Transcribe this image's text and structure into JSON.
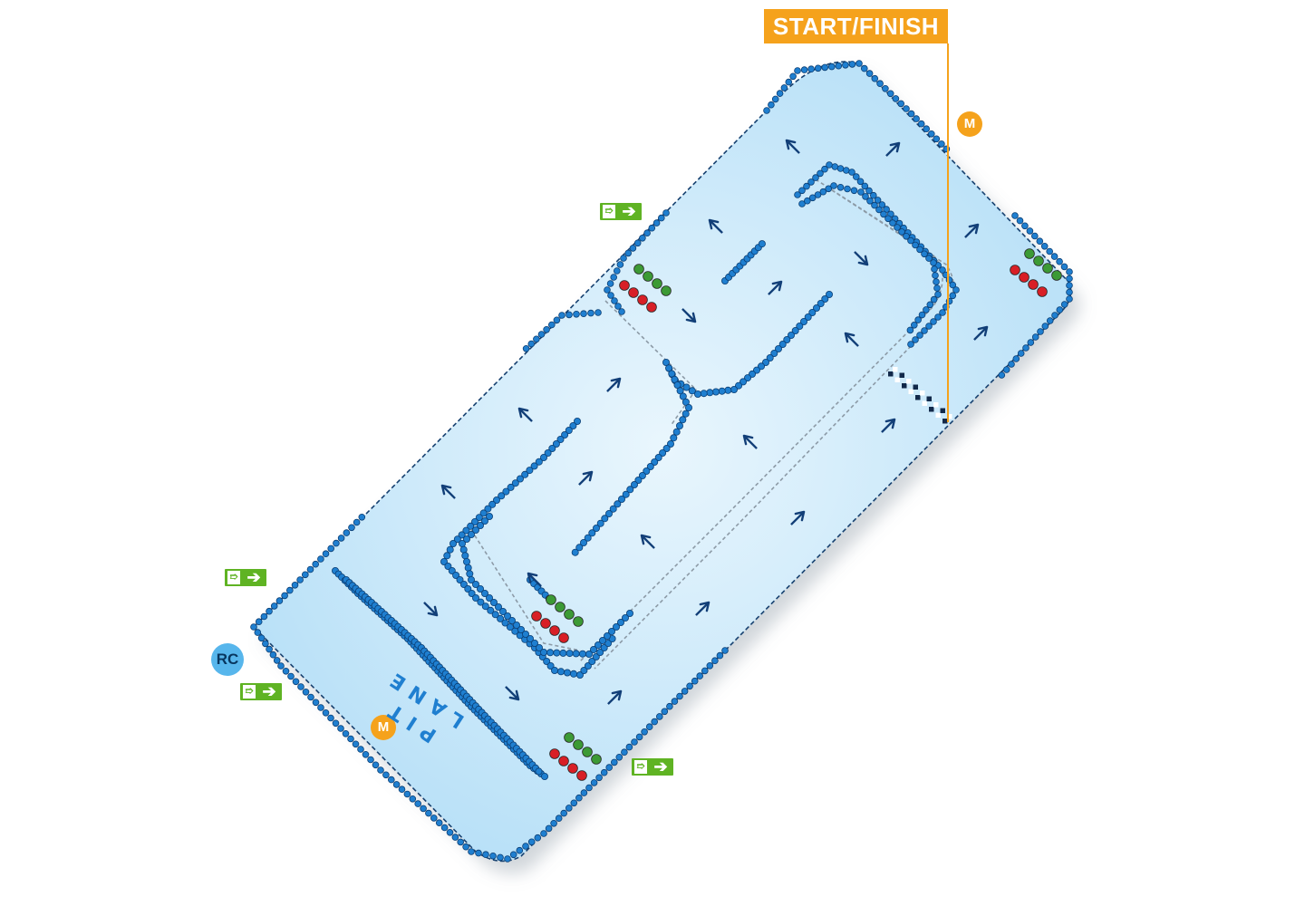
{
  "start_finish": {
    "label": "START/FINISH"
  },
  "marshal_posts": [
    {
      "label": "M"
    },
    {
      "label": "M"
    }
  ],
  "race_control": {
    "label": "RC"
  },
  "pit_lane": {
    "label": "PIT LANE"
  },
  "emergency_exits": [
    {
      "icon": "emergency-exit-icon"
    },
    {
      "icon": "emergency-exit-icon"
    },
    {
      "icon": "emergency-exit-icon"
    },
    {
      "icon": "emergency-exit-icon"
    }
  ],
  "colors": {
    "track_fill": "#bfe6fb",
    "barrier": "#1f7fd0",
    "arrow": "#123f78",
    "start_finish": "#f5a21c",
    "light_red": "#d81f26",
    "light_green": "#3c9a35",
    "exit_sign": "#5fb323"
  }
}
